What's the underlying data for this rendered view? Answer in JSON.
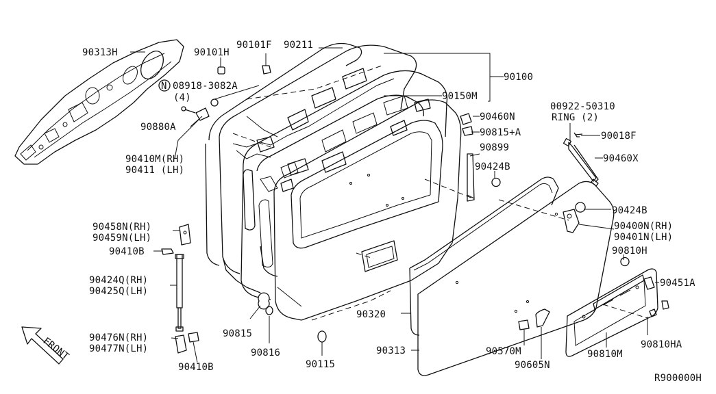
{
  "labels": {
    "p90313H": "90313H",
    "p90101H": "90101H",
    "p90101F": "90101F",
    "p90211": "90211",
    "p90100": "90100",
    "p08918": "08918-3082A",
    "p08918qty": "(4)",
    "p90150M": "90150M",
    "p90880A": "90880A",
    "p90460N": "90460N",
    "p00922": "00922-50310",
    "pRing": "RING (2)",
    "p90815A": "90815+A",
    "p90018F": "90018F",
    "p90410M": "90410M(RH)",
    "p90411": "90411 (LH)",
    "p90899": "90899",
    "p90424B_a": "90424B",
    "p90460X": "90460X",
    "p90458N": "90458N(RH)",
    "p90459N": "90459N(LH)",
    "p90424B_b": "90424B",
    "p90400N": "90400N(RH)",
    "p90401N": "90401N(LH)",
    "p90410B_a": "90410B",
    "p90810H": "90810H",
    "p90424Q": "90424Q(RH)",
    "p90425Q": "90425Q(LH)",
    "p90451A": "90451A",
    "p90320": "90320",
    "p90815": "90815",
    "p90476N": "90476N(RH)",
    "p90477N": "90477N(LH)",
    "p90816": "90816",
    "p90313": "90313",
    "p90570M": "90570M",
    "p90810HA": "90810HA",
    "p90810M": "90810M",
    "p90410B_b": "90410B",
    "p90115": "90115",
    "p90605N": "90605N",
    "front": "FRONT",
    "ref": "R900000H",
    "n_mark": "N"
  }
}
